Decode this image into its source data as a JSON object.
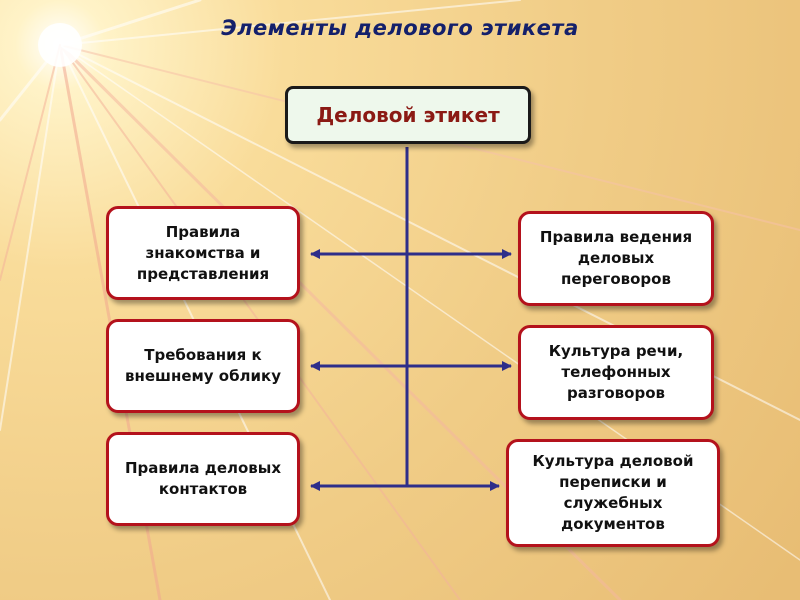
{
  "title": "Элементы делового этикета",
  "root": "Деловой этикет",
  "left_items": [
    "Правила знакомства и представления",
    "Требования к внешнему облику",
    "Правила деловых контактов"
  ],
  "right_items": [
    "Правила ведения деловых переговоров",
    "Культура речи, телефонных разговоров",
    "Культура деловой переписки и служебных документов"
  ],
  "colors": {
    "title": "#14206b",
    "root_text": "#8b1a14",
    "box_border": "#b4121c",
    "connector": "#2e2e8a",
    "background": "#f3d08a"
  }
}
